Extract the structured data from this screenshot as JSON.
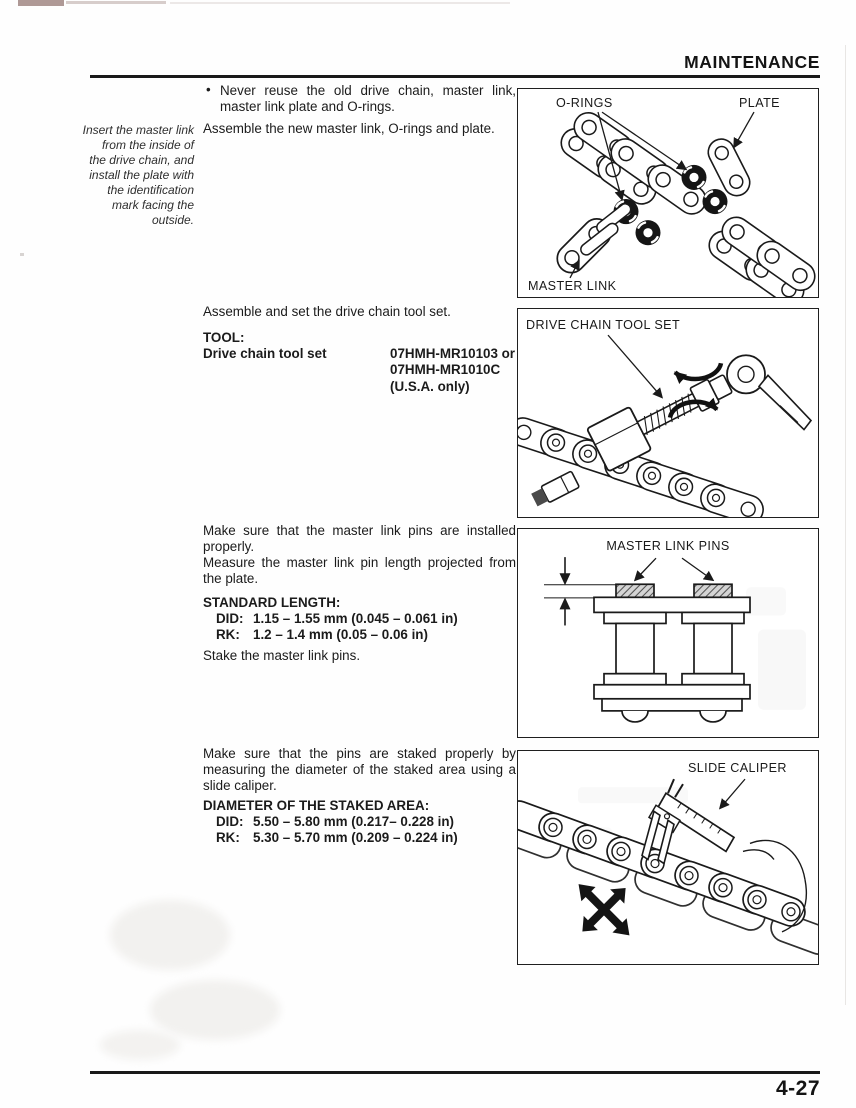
{
  "header": {
    "title": "MAINTENANCE"
  },
  "footer": {
    "page_number": "4-27"
  },
  "margin_note": {
    "text": "Insert the master link from the inside of the drive chain, and install the plate with the identification mark facing the outside."
  },
  "content": {
    "bullet_glyph": "•",
    "bullet_item": "Never reuse the old drive chain, master link, master link plate and O-rings.",
    "assemble_plate_para": "Assemble the new master link, O-rings and plate.",
    "assemble_tool_para": "Assemble and set the drive chain tool set.",
    "tool_spec": {
      "heading": "TOOL:",
      "tool_name": "Drive chain tool set",
      "value_lines": [
        "07HMH-MR10103 or",
        "07HMH-MR1010C",
        "(U.S.A. only)"
      ]
    },
    "pins_para_1": "Make sure that the master link pins are installed properly.",
    "pins_para_2": "Measure the master link pin length projected from the plate.",
    "standard_length": {
      "heading": "STANDARD LENGTH:",
      "rows": [
        {
          "label": "DID:",
          "value": "1.15 – 1.55 mm (0.045 – 0.061 in)"
        },
        {
          "label": "RK:",
          "value": "1.2 – 1.4 mm (0.05 – 0.06 in)"
        }
      ]
    },
    "stake_para": "Stake the master link pins.",
    "staked_para": "Make sure that the pins are staked properly by measuring the diameter of the staked area using a slide caliper.",
    "staked_diameter": {
      "heading": "DIAMETER OF THE STAKED AREA:",
      "rows": [
        {
          "label": "DID:",
          "value": "5.50 – 5.80 mm (0.217– 0.228 in)"
        },
        {
          "label": "RK:",
          "value": "5.30 – 5.70 mm (0.209 – 0.224 in)"
        }
      ]
    }
  },
  "figures": {
    "master_link_assembly": {
      "labels": {
        "orings": "O-RINGS",
        "plate": "PLATE",
        "master_link": "MASTER LINK"
      }
    },
    "tool_set": {
      "label": "DRIVE CHAIN TOOL SET"
    },
    "master_link_pins": {
      "label": "MASTER LINK PINS"
    },
    "slide_caliper": {
      "label": "SLIDE CALIPER"
    }
  }
}
